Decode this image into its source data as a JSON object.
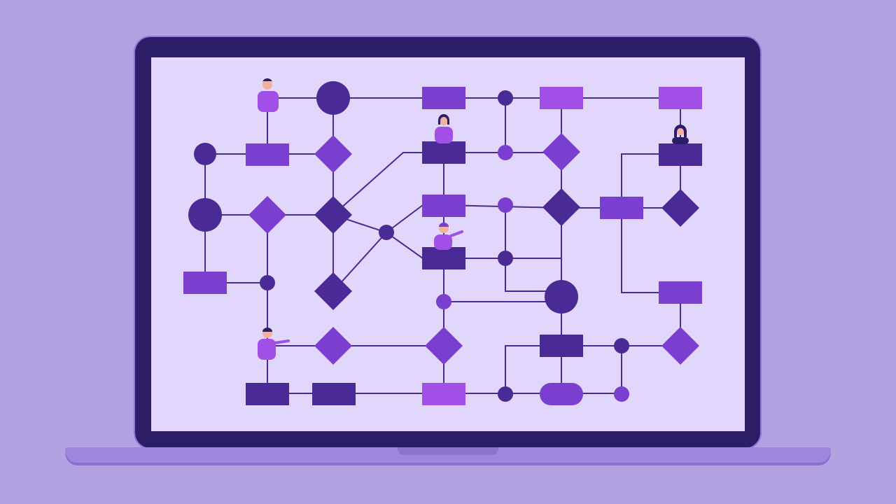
{
  "palette": {
    "background": "#b3a2e2",
    "frame": "#2b1d66",
    "screen": "#e1d6fb",
    "dark_purple": "#4a2a94",
    "mid_purple": "#7b3fcf",
    "bright_purple": "#a24fe8",
    "connector": "#4a2a94",
    "base": "#9d86db"
  },
  "diagram": {
    "node_count": 40,
    "people_count": 5,
    "node_shapes": [
      "circle",
      "rectangle",
      "diamond",
      "pill"
    ]
  }
}
